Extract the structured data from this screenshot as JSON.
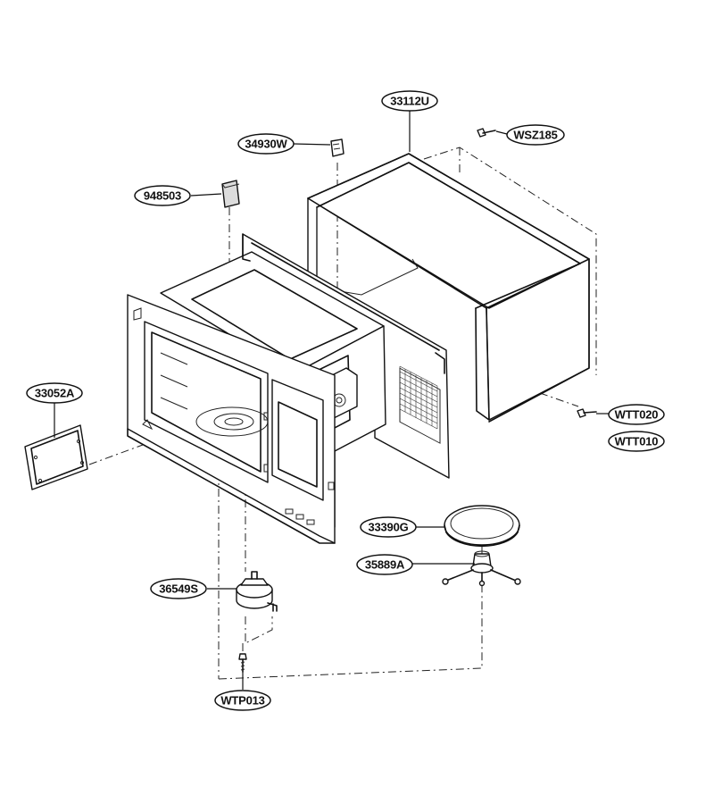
{
  "parts": [
    {
      "id": "33112U",
      "label": "33112U",
      "description_icon": "outer-case"
    },
    {
      "id": "WSZ185",
      "label": "WSZ185",
      "description_icon": "screw"
    },
    {
      "id": "34930W",
      "label": "34930W",
      "description_icon": "switch-clip"
    },
    {
      "id": "948503",
      "label": "948503",
      "description_icon": "foam-pad"
    },
    {
      "id": "33052A",
      "label": "33052A",
      "description_icon": "cover-plate"
    },
    {
      "id": "WTT020",
      "label": "WTT020",
      "description_icon": "screw"
    },
    {
      "id": "WTT010",
      "label": "WTT010",
      "description_icon": "screw"
    },
    {
      "id": "33390G",
      "label": "33390G",
      "description_icon": "glass-tray"
    },
    {
      "id": "35889A",
      "label": "35889A",
      "description_icon": "roller-support"
    },
    {
      "id": "36549S",
      "label": "36549S",
      "description_icon": "turntable-motor"
    },
    {
      "id": "WTP013",
      "label": "WTP013",
      "description_icon": "screw"
    }
  ]
}
